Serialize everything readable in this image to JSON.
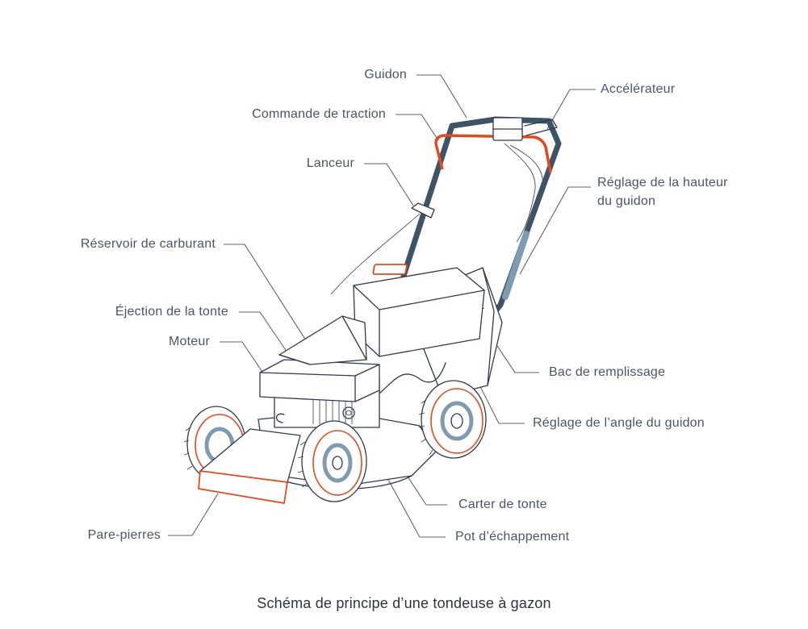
{
  "labels": {
    "guidon": "Guidon",
    "accelerateur": "Accélérateur",
    "commande_traction": "Commande de traction",
    "lanceur": "Lanceur",
    "reglage_hauteur_1": "Réglage de la hauteur",
    "reglage_hauteur_2": "du guidon",
    "reservoir": "Réservoir de carburant",
    "ejection": "Éjection de la tonte",
    "moteur": "Moteur",
    "bac": "Bac de remplissage",
    "reglage_angle": "Réglage de l’angle du guidon",
    "carter": "Carter de tonte",
    "pot": "Pot d’échappement",
    "pare_pierres": "Pare-pierres"
  },
  "caption": "Schéma de principe d’une tondeuse à gazon",
  "colors": {
    "accent": "#e24a1c",
    "handle": "#3f5367",
    "wheel_blue": "#7f9bb2",
    "line": "#2f3a4a",
    "text": "#4b5566"
  }
}
